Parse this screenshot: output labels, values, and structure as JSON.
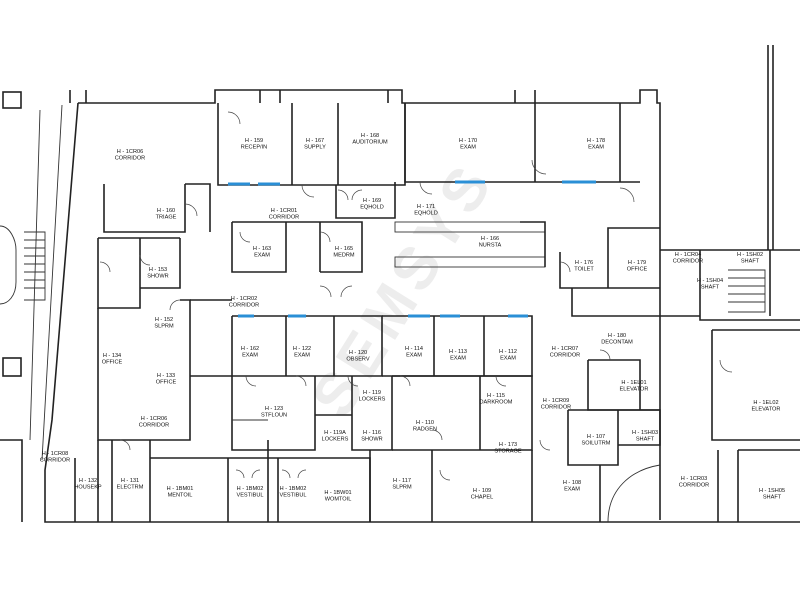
{
  "watermark": "SEMSYS",
  "colors": {
    "walls": "#222222",
    "accent": "#2a8fd6",
    "background": "#ffffff"
  },
  "rooms": [
    {
      "id": "cr06a",
      "line1": "H - 1CR06",
      "line2": "CORRIDOR"
    },
    {
      "id": "r159",
      "line1": "H - 159",
      "line2": "RECEP/IN"
    },
    {
      "id": "r167",
      "line1": "H - 167",
      "line2": "SUPPLY"
    },
    {
      "id": "r168",
      "line1": "H - 168",
      "line2": "AUDITORIUM"
    },
    {
      "id": "r170",
      "line1": "H - 170",
      "line2": "EXAM"
    },
    {
      "id": "r178",
      "line1": "H - 178",
      "line2": "EXAM"
    },
    {
      "id": "r160",
      "line1": "H - 160",
      "line2": "TRIAGE"
    },
    {
      "id": "cr01",
      "line1": "H - 1CR01",
      "line2": "CORRIDOR"
    },
    {
      "id": "r169",
      "line1": "H - 169",
      "line2": "EQHOLD"
    },
    {
      "id": "r171",
      "line1": "H - 171",
      "line2": "EQHOLD"
    },
    {
      "id": "r163",
      "line1": "H - 163",
      "line2": "EXAM"
    },
    {
      "id": "r165",
      "line1": "H - 165",
      "line2": "MEDRM"
    },
    {
      "id": "r166",
      "line1": "H - 166",
      "line2": "NURSTA"
    },
    {
      "id": "r153",
      "line1": "H - 153",
      "line2": "SHOWR"
    },
    {
      "id": "r176",
      "line1": "H - 176",
      "line2": "TOILET"
    },
    {
      "id": "r179",
      "line1": "H - 179",
      "line2": "OFFICE"
    },
    {
      "id": "cr04",
      "line1": "H - 1CR04",
      "line2": "CORRIDOR"
    },
    {
      "id": "sh02",
      "line1": "H - 1SH02",
      "line2": "SHAFT"
    },
    {
      "id": "sh04",
      "line1": "H - 1SH04",
      "line2": "SHAFT"
    },
    {
      "id": "cr02",
      "line1": "H - 1CR02",
      "line2": "CORRIDOR"
    },
    {
      "id": "r152",
      "line1": "H - 152",
      "line2": "SLPRM"
    },
    {
      "id": "r180",
      "line1": "H - 180",
      "line2": "DECONTAM"
    },
    {
      "id": "r134",
      "line1": "H - 134",
      "line2": "OFFICE"
    },
    {
      "id": "r162",
      "line1": "H - 162",
      "line2": "EXAM"
    },
    {
      "id": "r122",
      "line1": "H - 122",
      "line2": "EXAM"
    },
    {
      "id": "r120",
      "line1": "H - 120",
      "line2": "OBSERV"
    },
    {
      "id": "r114",
      "line1": "H - 114",
      "line2": "EXAM"
    },
    {
      "id": "r113",
      "line1": "H - 113",
      "line2": "EXAM"
    },
    {
      "id": "r112",
      "line1": "H - 112",
      "line2": "EXAM"
    },
    {
      "id": "cr07",
      "line1": "H - 1CR07",
      "line2": "CORRIDOR"
    },
    {
      "id": "r133",
      "line1": "H - 133",
      "line2": "OFFICE"
    },
    {
      "id": "el01",
      "line1": "H - 1EL01",
      "line2": "ELEVATOR"
    },
    {
      "id": "el02",
      "line1": "H - 1EL02",
      "line2": "ELEVATOR"
    },
    {
      "id": "r119",
      "line1": "H - 119",
      "line2": "LOCKERS"
    },
    {
      "id": "r115",
      "line1": "H - 115",
      "line2": "DARKROOM"
    },
    {
      "id": "cr09",
      "line1": "H - 1CR09",
      "line2": "CORRIDOR"
    },
    {
      "id": "r123",
      "line1": "H - 123",
      "line2": "STFLOUN"
    },
    {
      "id": "cr06b",
      "line1": "H - 1CR06",
      "line2": "CORRIDOR"
    },
    {
      "id": "r110",
      "line1": "H - 110",
      "line2": "RADGEN"
    },
    {
      "id": "r107",
      "line1": "H - 107",
      "line2": "SOILUTRM"
    },
    {
      "id": "sh03",
      "line1": "H - 1SH03",
      "line2": "SHAFT"
    },
    {
      "id": "r119a",
      "line1": "H - 119A",
      "line2": "LOCKERS"
    },
    {
      "id": "r116",
      "line1": "H - 116",
      "line2": "SHOWR"
    },
    {
      "id": "r173",
      "line1": "H - 173",
      "line2": "STORAGE"
    },
    {
      "id": "cr08",
      "line1": "H - 1CR08",
      "line2": "CORRIDOR"
    },
    {
      "id": "r132",
      "line1": "H - 132",
      "line2": "HOUSEKP"
    },
    {
      "id": "r131",
      "line1": "H - 131",
      "line2": "ELECTRM"
    },
    {
      "id": "bm01",
      "line1": "H - 1BM01",
      "line2": "MENTOIL"
    },
    {
      "id": "bm02a",
      "line1": "H - 1BM02",
      "line2": "VESTIBUL"
    },
    {
      "id": "bm02b",
      "line1": "H - 1BM02",
      "line2": "VESTIBUL"
    },
    {
      "id": "bw01",
      "line1": "H - 1BW01",
      "line2": "WOMTOIL"
    },
    {
      "id": "r117",
      "line1": "H - 117",
      "line2": "SLPRM"
    },
    {
      "id": "r109",
      "line1": "H - 109",
      "line2": "CHAPEL"
    },
    {
      "id": "r108",
      "line1": "H - 108",
      "line2": "EXAM"
    },
    {
      "id": "cr03",
      "line1": "H - 1CR03",
      "line2": "CORRIDOR"
    },
    {
      "id": "sh05",
      "line1": "H - 1SH05",
      "line2": "SHAFT"
    }
  ]
}
